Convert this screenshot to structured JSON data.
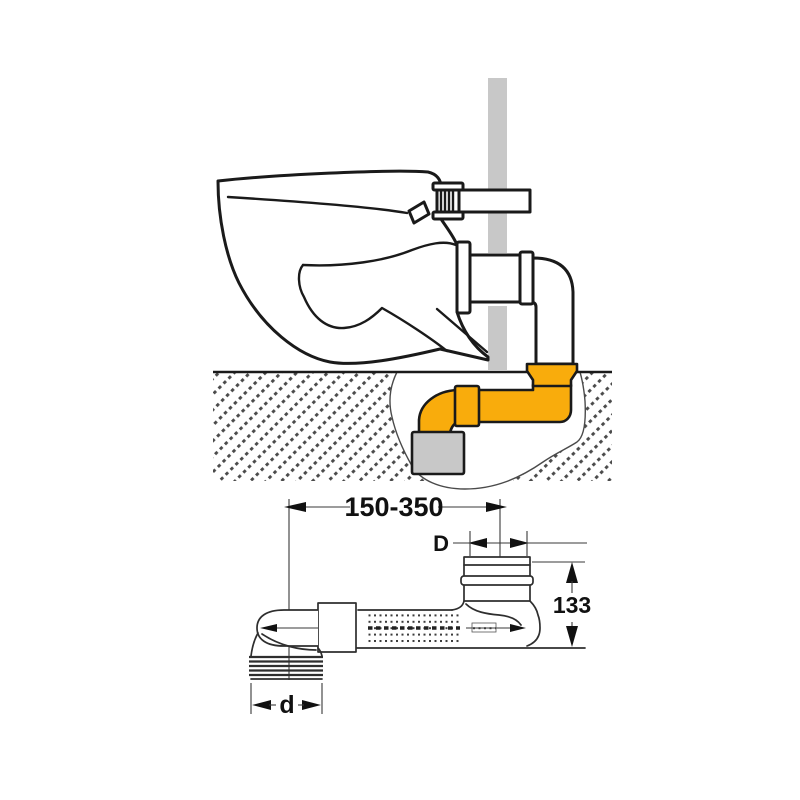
{
  "drawing": {
    "type": "plumbing-installation-diagram",
    "labels": {
      "offset_range": "150-350",
      "socket_diameter": "D",
      "height": "133",
      "spigot_diameter": "d"
    },
    "colors": {
      "orange": "#F9AC0C",
      "gray": "#C8C8C8",
      "hatch": "#4a4a4a",
      "line": "#1a1a1a",
      "background": "#ffffff"
    }
  }
}
